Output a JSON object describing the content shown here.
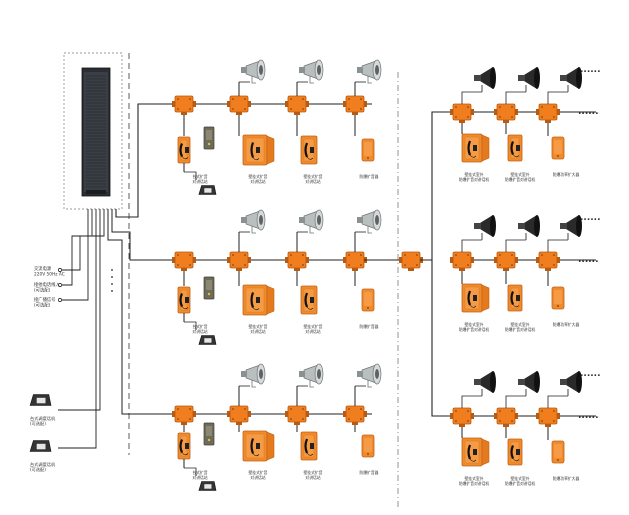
{
  "left_labels": {
    "power": [
      "交流电源",
      "220V 50Hz AC"
    ],
    "phone_line": [
      "接他电话线入",
      "(可选配)"
    ],
    "broadcast": [
      "接广播信号",
      "(可选配)"
    ],
    "desk_phone_1": [
      "台式调度话机",
      "(可选配)"
    ],
    "desk_phone_2": [
      "台式调度话机",
      "(可选配)"
    ]
  },
  "device_labels": {
    "desk_amp_phone": [
      "台式扩音",
      "对讲话站"
    ],
    "wall_amp_phone": [
      "壁挂式扩音",
      "对讲话站"
    ],
    "wall_amp_phone_b": [
      "壁挂式扩音",
      "对讲话站"
    ],
    "speaker": [
      "防爆扩音器"
    ],
    "outdoor_phone_1": [
      "壁挂式室外",
      "防爆扩音对讲话机"
    ],
    "outdoor_phone_2": [
      "壁挂式室外",
      "防爆扩音对讲话机"
    ],
    "high_power_speaker": [
      "防爆功率扩大器"
    ]
  },
  "ellipsis": "......",
  "colors": {
    "junction_box": "#f07d1e",
    "junction_dark": "#b85a10",
    "phone_body": "#f08a2a",
    "phone_dark": "#c2621a",
    "line": "#222222",
    "horn": "#2a2a2a",
    "horn_grey": "#9aa0a0",
    "cabinet": "#2b2f33"
  },
  "icons": [
    "cabinet-icon",
    "junction-box-icon",
    "horn-speaker-icon",
    "wall-phone-icon",
    "desk-phone-icon",
    "amplifier-icon"
  ]
}
